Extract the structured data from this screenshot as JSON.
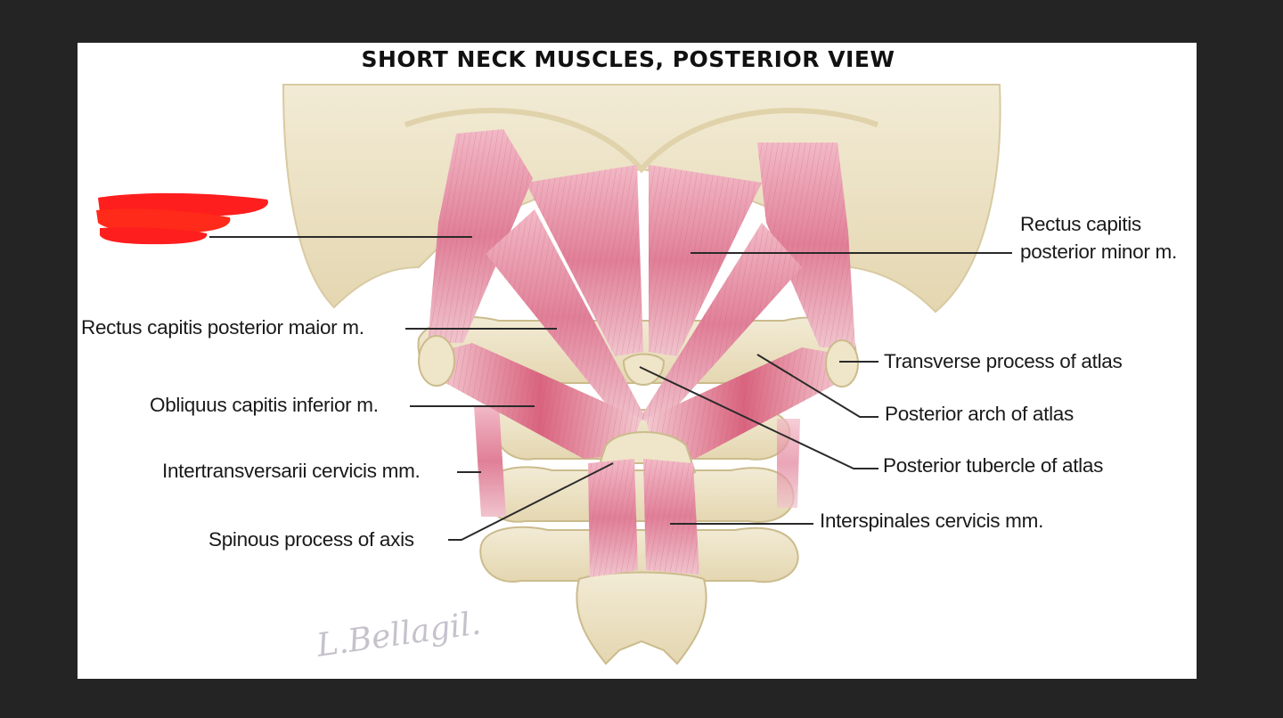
{
  "title": "SHORT NECK MUSCLES, POSTERIOR VIEW",
  "labels": {
    "redacted_label": "[redacted by red marker]",
    "rectus_minor_line1": "Rectus capitis",
    "rectus_minor_line2": "posterior minor m.",
    "rectus_major": "Rectus capitis posterior maior m.",
    "transverse_process": "Transverse process of atlas",
    "obliquus_inferior": "Obliquus capitis inferior m.",
    "posterior_arch": "Posterior arch of atlas",
    "posterior_tubercle": "Posterior tubercle of atlas",
    "intertransversarii": "Intertransversarii cervicis mm.",
    "spinous_process": "Spinous process of axis",
    "interspinales": "Interspinales cervicis mm."
  },
  "signature": "L.Bellagil.",
  "colors": {
    "background": "#242424",
    "canvas": "#ffffff",
    "bone": "#eee4c6",
    "bone_shadow": "#d5c79e",
    "muscle": "#e79aac",
    "muscle_dark": "#c85a73",
    "redaction": "#ff1e1e",
    "leader_line": "#2a2a2a"
  }
}
